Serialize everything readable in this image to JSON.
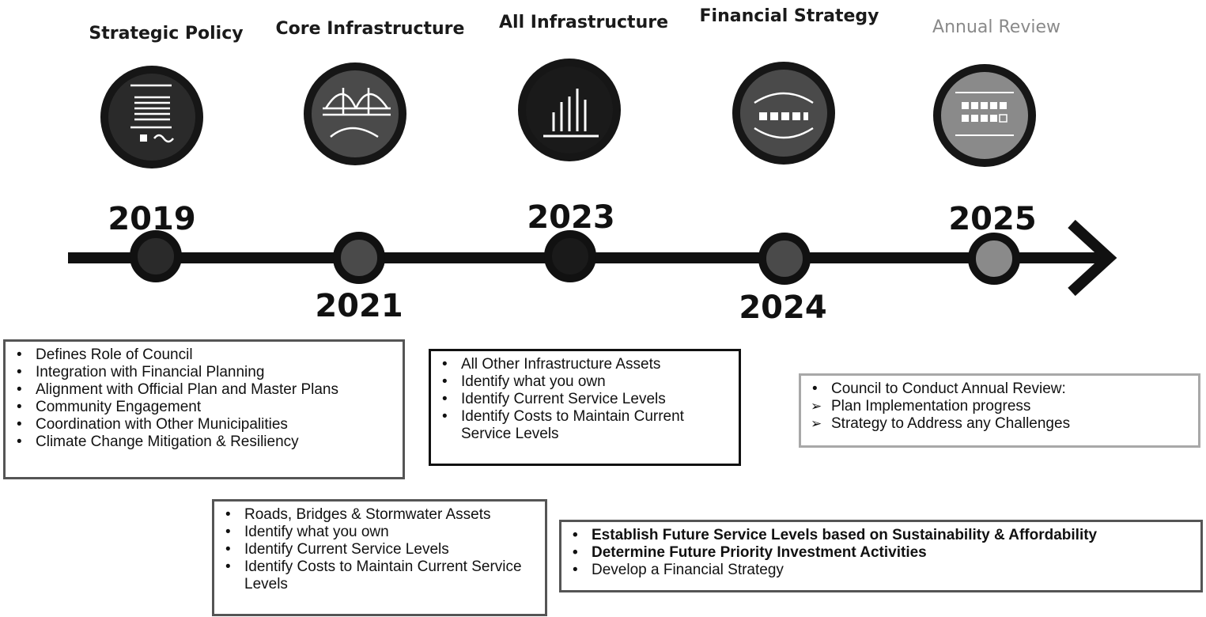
{
  "phases": [
    {
      "id": "strategic-policy",
      "title": "Strategic Policy",
      "icon": "document-icon",
      "year": "2019",
      "fill": "#2a2a2a"
    },
    {
      "id": "core-infrastructure",
      "title": "Core Infrastructure",
      "icon": "bridge-icon",
      "year": "2021",
      "fill": "#4a4a4a"
    },
    {
      "id": "all-infrastructure",
      "title": "All Infrastructure",
      "icon": "bar-chart-icon",
      "year": "2023",
      "fill": "#1a1a1a"
    },
    {
      "id": "financial-strategy",
      "title": "Financial Strategy",
      "icon": "money-icon",
      "year": "2024",
      "fill": "#4a4a4a"
    },
    {
      "id": "annual-review",
      "title": "Annual Review",
      "icon": "calendar-icon",
      "year": "2025",
      "fill": "#8a8a8a"
    }
  ],
  "boxes": {
    "policy": {
      "items": [
        "Defines Role of Council",
        "Integration with Financial Planning",
        "Alignment with Official Plan and Master Plans",
        "Community Engagement",
        "Coordination with Other Municipalities",
        "Climate Change Mitigation & Resiliency"
      ]
    },
    "core": {
      "items": [
        "Roads, Bridges & Stormwater Assets",
        "Identify what you own",
        "Identify Current Service Levels",
        "Identify Costs to Maintain Current Service Levels"
      ]
    },
    "all": {
      "items": [
        "All Other Infrastructure Assets",
        "Identify what you own",
        "Identify Current Service Levels",
        "Identify Costs to Maintain Current Service Levels"
      ]
    },
    "financial": {
      "items": [
        "Establish Future Service Levels based on Sustainability & Affordability",
        "Determine Future Priority Investment Activities",
        "Develop a Financial Strategy"
      ]
    },
    "review": {
      "heading": "Council to Conduct Annual Review:",
      "items": [
        "Plan Implementation progress",
        "Strategy to Address any Challenges"
      ]
    }
  },
  "colors": {
    "line": "#111111",
    "circle_dark": "#1a1a1a",
    "circle_mid": "#4a4a4a",
    "circle_light": "#8a8a8a"
  }
}
